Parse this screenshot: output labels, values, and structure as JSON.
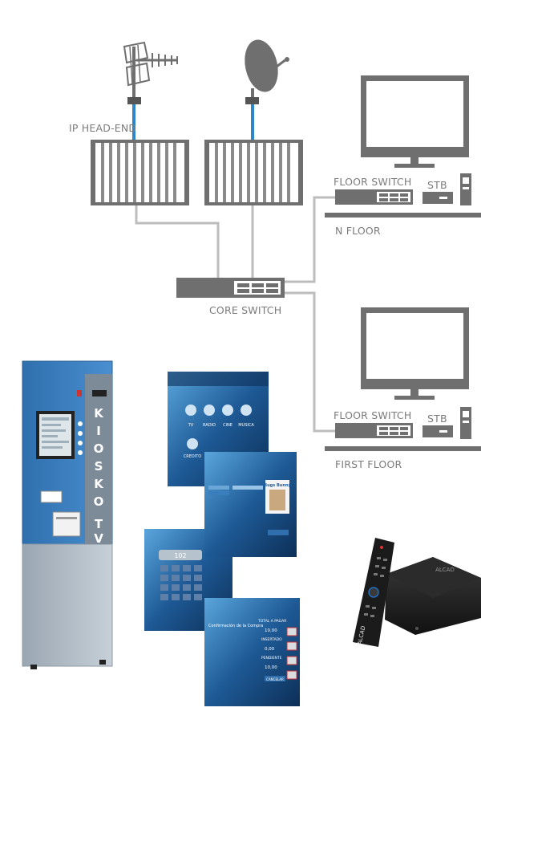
{
  "labels": {
    "head_end": "IP HEAD-END",
    "core_switch": "CORE SWITCH",
    "floor_switch_n": "FLOOR SWITCH",
    "stb_n": "STB",
    "n_floor": "N FLOOR",
    "floor_switch_first": "FLOOR SWITCH",
    "stb_first": "STB",
    "first_floor": "FIRST FLOOR"
  },
  "kiosk": {
    "vertical_text": "KIOSKO TV"
  },
  "screens": {
    "menu_items": [
      "TV",
      "RADIO",
      "CINE",
      "MUSICA",
      "CREDITO"
    ],
    "movie_poster": "Bugs Bunny",
    "keypad_display": "102",
    "purchase_title": "Confirmación de la Compra",
    "total_label": "TOTAL A PAGAR",
    "total_value": "10,00",
    "inserted_label": "INSERTADO",
    "inserted_value": "0,00",
    "pending_label": "PENDIENTE",
    "pending_value": "10,00",
    "cancel_label": "CANCELAR"
  },
  "devices": {
    "stb_brand": "ALCAD",
    "remote_brand": "ALCAD"
  },
  "colors": {
    "device_grey": "#6f6f6f",
    "link_grey": "#bdbdbd",
    "antenna_blue": "#2e86c8",
    "kiosk_blue": "#3a7fc0",
    "screen_blue": "#1e4f86"
  }
}
